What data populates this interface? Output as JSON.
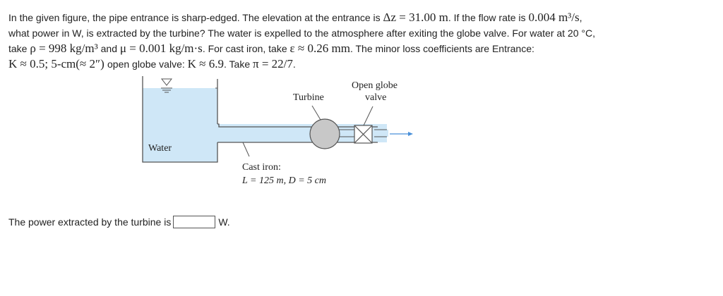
{
  "problem": {
    "line1": [
      {
        "t": "In the given figure, the pipe entrance is sharp-edged. The elevation at the entrance is "
      },
      {
        "m": "Δz = 31.00 m"
      },
      {
        "t": ". If the flow rate is "
      },
      {
        "m": "0.004 m³/s"
      },
      {
        "t": ","
      }
    ],
    "line2": [
      {
        "t": "what power in W, is extracted by the turbine? The water is expelled to the atmosphere after exiting the globe valve. For water at 20 °C,"
      }
    ],
    "line3": [
      {
        "t": "take "
      },
      {
        "m": "ρ = 998 kg/m³"
      },
      {
        "t": " and "
      },
      {
        "m": "μ = 0.001 kg/m·s"
      },
      {
        "t": ". For cast iron, take "
      },
      {
        "m": "ε ≈ 0.26 mm"
      },
      {
        "t": ". The minor loss coefficients are Entrance:"
      }
    ],
    "line4": [
      {
        "m": "K ≈ 0.5; 5-cm(≈ 2″) "
      },
      {
        "t": "open globe valve: "
      },
      {
        "m": "K ≈ 6.9"
      },
      {
        "t": ". Take "
      },
      {
        "m": "π = 22/7"
      },
      {
        "t": "."
      }
    ]
  },
  "figure": {
    "water_label": "Water",
    "turbine_label": "Turbine",
    "valve_label_1": "Open globe",
    "valve_label_2": "valve",
    "pipe_label_1": "Cast iron:",
    "pipe_label_2": "L = 125 m, D = 5 cm",
    "colors": {
      "water": "#cfe7f7",
      "outline": "#555555",
      "turbine": "#c8c8c8",
      "arrow": "#4a90d9"
    }
  },
  "answer": {
    "prefix": "The power extracted by the turbine is",
    "value": "",
    "unit": "W."
  }
}
